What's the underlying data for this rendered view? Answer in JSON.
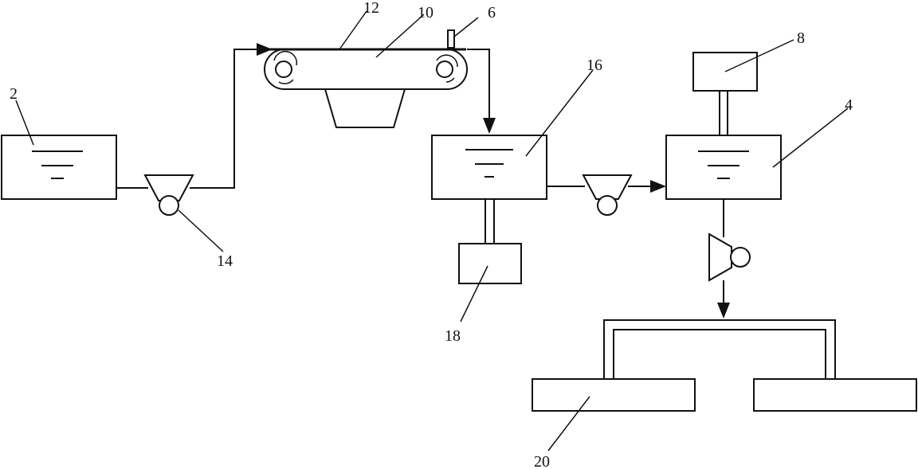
{
  "labels": {
    "tank_left": "2",
    "tank_right": "4",
    "sensor": "6",
    "box_top": "8",
    "conveyor": "10",
    "belt": "12",
    "pump_left": "14",
    "tank_mid": "16",
    "box_bottom": "18",
    "field": "20"
  },
  "colors": {
    "line": "#111111",
    "background": "#ffffff"
  }
}
